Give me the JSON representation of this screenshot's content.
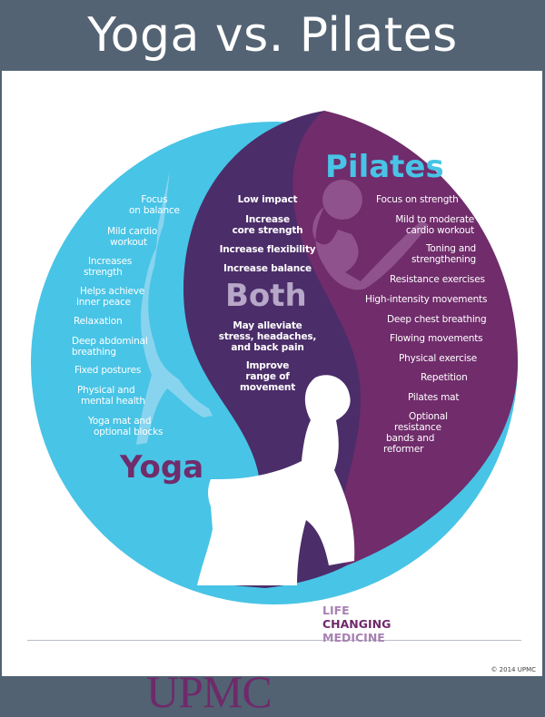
{
  "title": "Yoga vs. Pilates",
  "colors": {
    "header_bg": "#536373",
    "yoga_blue": "#48c4e6",
    "both_purple": "#4b2d69",
    "pilates_purple": "#702c6b",
    "both_label": "#b7a7c8",
    "upmc_purple": "#6f2a6b",
    "upmc_light": "#a881b3"
  },
  "yoga": {
    "label": "Yoga",
    "items": [
      "Focus on balance",
      "Mild cardio workout",
      "Increases strength",
      "Helps achieve inner peace",
      "Relaxation",
      "Deep abdominal breathing",
      "Fixed postures",
      "Physical and mental health",
      "Yoga mat and optional blocks"
    ],
    "lines": [
      [
        "Focus",
        "on balance"
      ],
      [
        "Mild cardio",
        "workout"
      ],
      [
        "Increases",
        "strength"
      ],
      [
        "Helps achieve",
        "inner peace"
      ],
      [
        "Relaxation"
      ],
      [
        "Deep abdominal",
        "breathing"
      ],
      [
        "Fixed postures"
      ],
      [
        "Physical and",
        "mental health"
      ],
      [
        "Yoga mat and",
        "optional blocks"
      ]
    ]
  },
  "both": {
    "label": "Both",
    "items": [
      "Low impact",
      "Increase core strength",
      "Increase flexibility",
      "Increase balance",
      "May alleviate stress, headaches, and back pain",
      "Improve range of movement"
    ],
    "lines": [
      [
        "Low impact"
      ],
      [
        "Increase",
        "core strength"
      ],
      [
        "Increase flexibility"
      ],
      [
        "Increase balance"
      ],
      [
        "May alleviate",
        "stress, headaches,",
        "and back pain"
      ],
      [
        "Improve",
        "range of",
        "movement"
      ]
    ]
  },
  "pilates": {
    "label": "Pilates",
    "items": [
      "Focus on strength",
      "Mild to moderate cardio workout",
      "Toning and strengthening",
      "Resistance exercises",
      "High-intensity movements",
      "Deep chest breathing",
      "Flowing movements",
      "Physical exercise",
      "Repetition",
      "Pilates mat",
      "Optional resistance bands and reformer"
    ],
    "lines": [
      [
        "Focus on strength"
      ],
      [
        "Mild to moderate",
        "cardio workout"
      ],
      [
        "Toning and",
        "strengthening"
      ],
      [
        "Resistance exercises"
      ],
      [
        "High-intensity movements"
      ],
      [
        "Deep chest breathing"
      ],
      [
        "Flowing movements"
      ],
      [
        "Physical exercise"
      ],
      [
        "Repetition"
      ],
      [
        "Pilates mat"
      ],
      [
        "Optional",
        "resistance",
        "bands and",
        "reformer"
      ]
    ]
  },
  "footer": {
    "logo": "UPMC",
    "tagline": [
      "LIFE",
      "CHANGING",
      "MEDICINE"
    ],
    "copyright": "© 2014 UPMC"
  }
}
